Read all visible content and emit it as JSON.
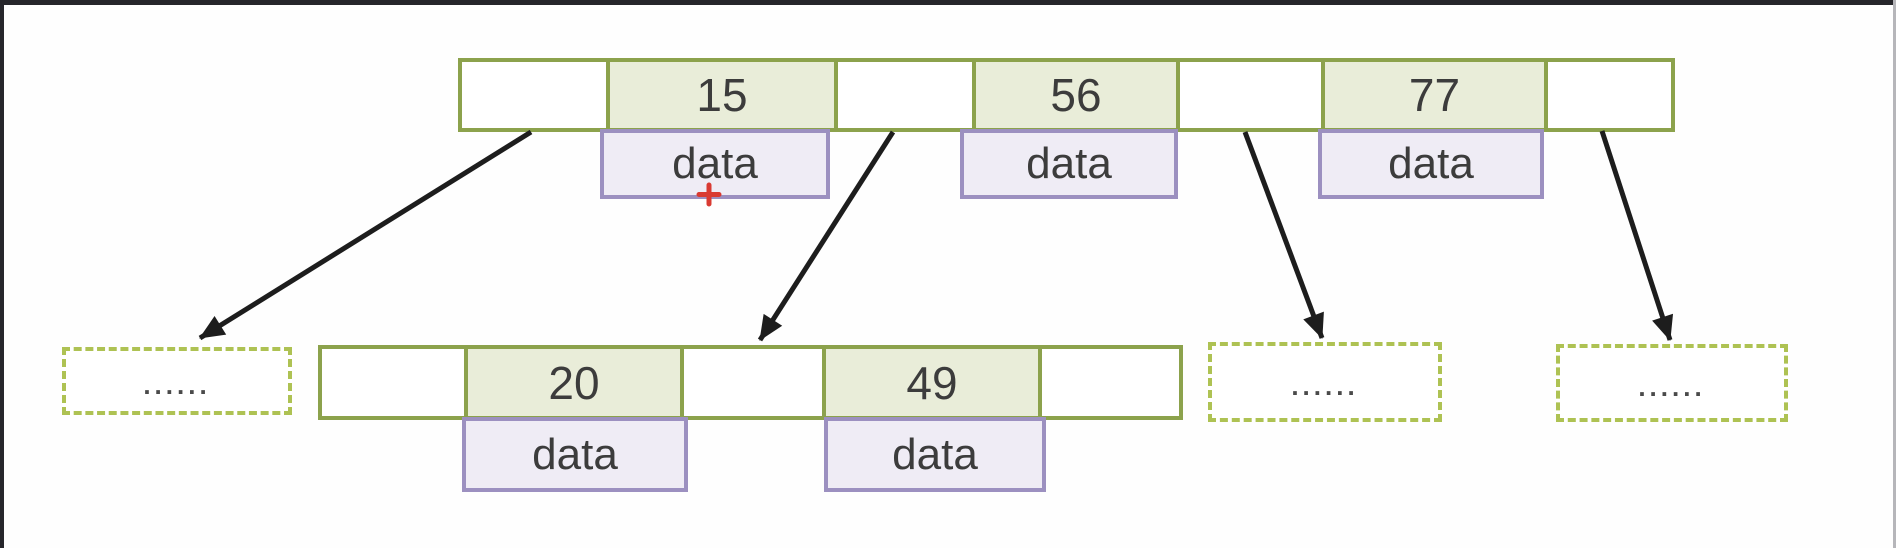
{
  "colors": {
    "background": "#fefefe",
    "node_border": "#8ca24c",
    "key_cell_fill": "#e9edd9",
    "data_box_border": "#9c90c0",
    "data_box_fill": "#efecf5",
    "collapsed_border": "#aec253",
    "arrow": "#1d1d1d",
    "crosshair": "#d93a32",
    "window_edge_dark": "#26262b",
    "window_edge_light": "#b6b6ba",
    "text": "#3c3c3c"
  },
  "nodes": {
    "root": {
      "keys": [
        "15",
        "56",
        "77"
      ],
      "data_label": "data"
    },
    "child": {
      "keys": [
        "20",
        "49"
      ],
      "data_label": "data"
    }
  },
  "collapsed_placeholder": "......",
  "cursor_glyph": "+"
}
